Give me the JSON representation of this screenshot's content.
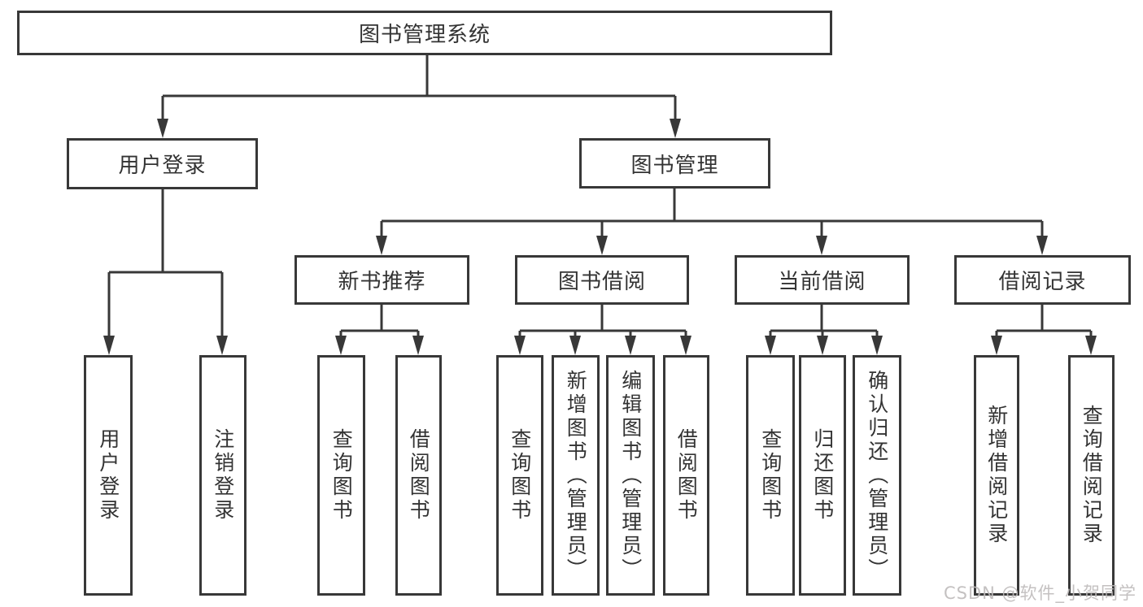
{
  "tree": {
    "root": {
      "label": "图书管理系统"
    },
    "level2": [
      {
        "id": "user-login",
        "label": "用户登录",
        "children": [
          {
            "label": "用户登录"
          },
          {
            "label": "注销登录"
          }
        ]
      },
      {
        "id": "book-management",
        "label": "图书管理",
        "children": [
          {
            "label": "新书推荐",
            "children": [
              {
                "label": "查询图书"
              },
              {
                "label": "借阅图书"
              }
            ]
          },
          {
            "label": "图书借阅",
            "children": [
              {
                "label": "查询图书"
              },
              {
                "label": "新增图书（管理员）"
              },
              {
                "label": "编辑图书（管理员）"
              },
              {
                "label": "借阅图书"
              }
            ]
          },
          {
            "label": "当前借阅",
            "children": [
              {
                "label": "查询图书"
              },
              {
                "label": "归还图书"
              },
              {
                "label": "确认归还（管理员）"
              }
            ]
          },
          {
            "label": "借阅记录",
            "children": [
              {
                "label": "新增借阅记录"
              },
              {
                "label": "查询借阅记录"
              }
            ]
          }
        ]
      }
    ]
  },
  "watermark": {
    "text": "CSDN @软件_小贺同学"
  },
  "colors": {
    "line": "#383838",
    "box_border": "#383838",
    "text": "#333333",
    "background": "#ffffff",
    "watermark": "#bebaba"
  }
}
